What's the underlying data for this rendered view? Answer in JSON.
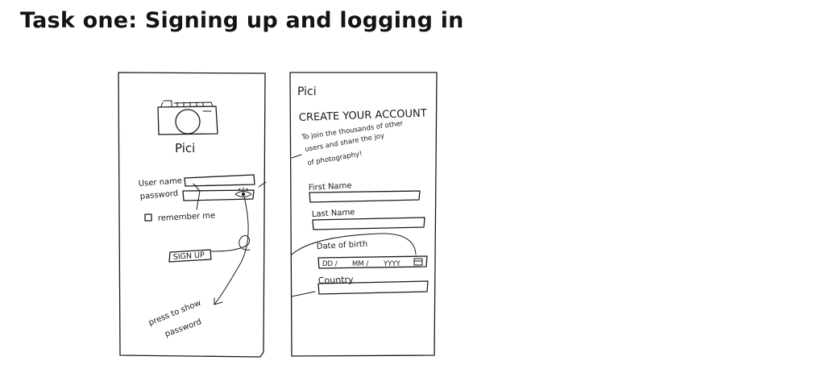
{
  "page": {
    "title": "Task one: Signing up and logging in"
  },
  "login": {
    "app_name": "Pici",
    "username_label": "User name",
    "password_label": "password",
    "remember_label": "remember me",
    "signup_label": "SIGN UP",
    "annotation_line1": "press to show",
    "annotation_line2": "password",
    "icons": [
      "camera-icon",
      "eye-icon",
      "checkbox-icon"
    ]
  },
  "signup": {
    "app_name": "Pici",
    "heading": "CREATE YOUR ACCOUNT",
    "tagline_line1": "To join the thousands of other",
    "tagline_line2": "users and share the joy",
    "tagline_line3": "of photography!",
    "first_name_label": "First Name",
    "last_name_label": "Last Name",
    "dob_label": "Date of birth",
    "dob_dd": "DD /",
    "dob_mm": "MM /",
    "dob_yyyy": "YYYY",
    "country_label": "Country",
    "icons": [
      "calendar-icon"
    ]
  }
}
